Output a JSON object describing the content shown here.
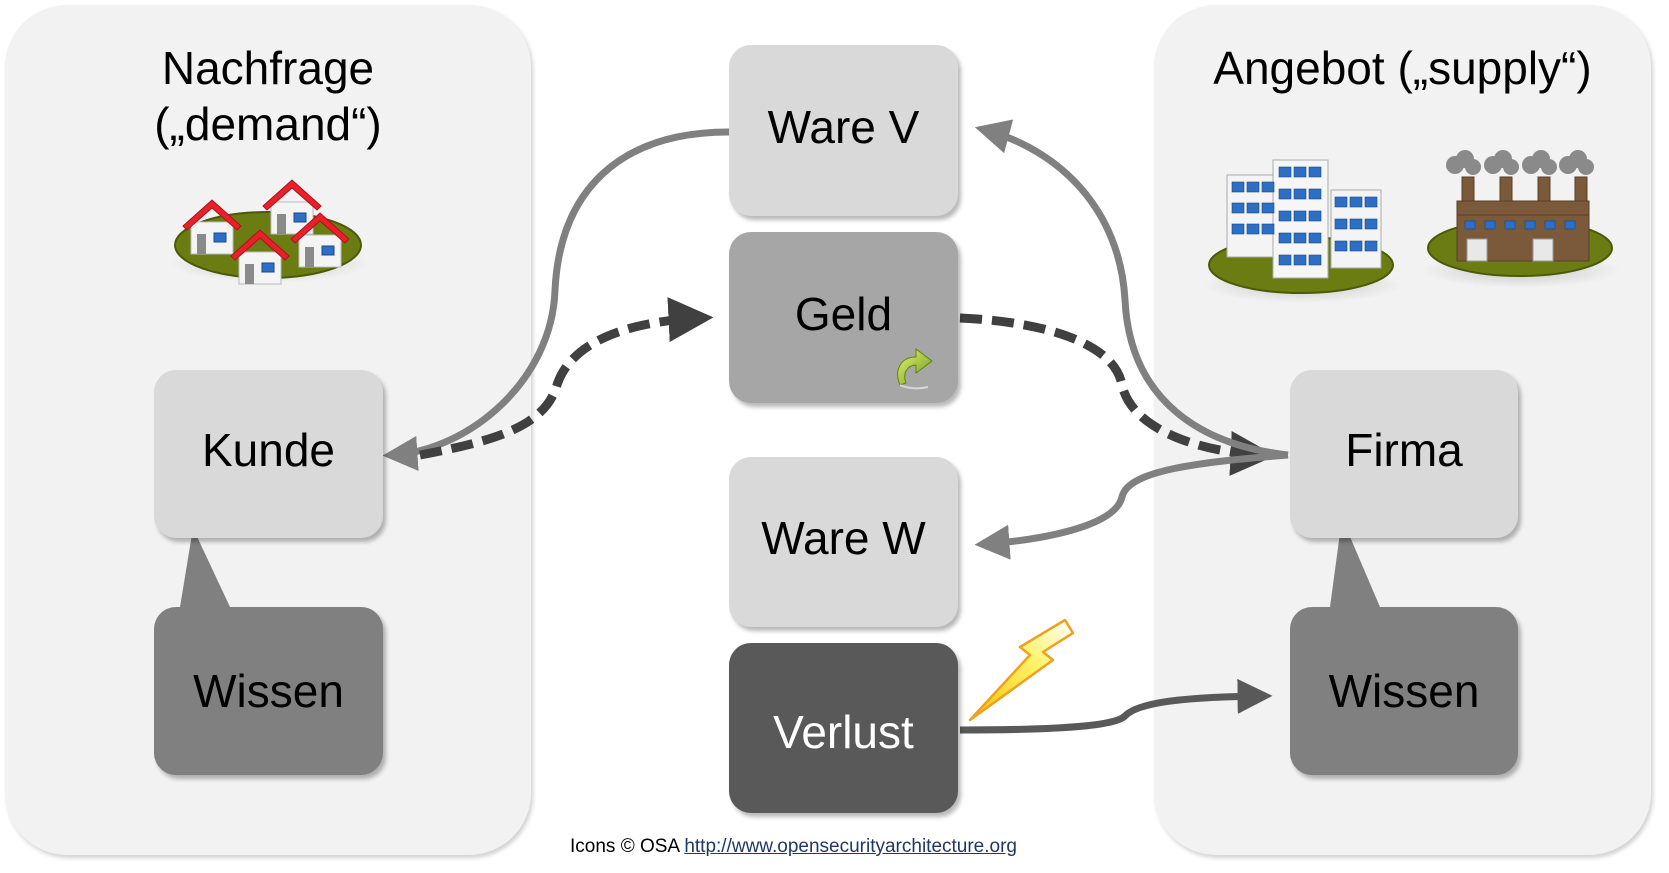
{
  "panels": {
    "demand": {
      "title_line1": "Nachfrage",
      "title_line2": "(„demand“)",
      "icon": "houses-icon"
    },
    "supply": {
      "title": "Angebot („supply“)",
      "icons": [
        "office-buildings-icon",
        "factory-icon"
      ]
    }
  },
  "boxes": {
    "ware_v": "Ware V",
    "geld": "Geld",
    "ware_w": "Ware W",
    "verlust": "Verlust",
    "kunde": "Kunde",
    "wissen_left": "Wissen",
    "firma": "Firma",
    "wissen_right": "Wissen"
  },
  "connections": [
    {
      "from": "Ware V",
      "to": "Kunde",
      "style": "solid",
      "color": "#808080"
    },
    {
      "from": "Kunde",
      "to": "Geld",
      "style": "dashed",
      "color": "#404040"
    },
    {
      "from": "Geld",
      "to": "Firma",
      "style": "dashed",
      "color": "#404040"
    },
    {
      "from": "Firma",
      "to": "Ware V",
      "style": "solid",
      "color": "#808080"
    },
    {
      "from": "Firma",
      "to": "Ware W",
      "style": "solid",
      "color": "#808080"
    },
    {
      "from": "Verlust",
      "to": "Wissen",
      "style": "solid",
      "color": "#595959"
    }
  ],
  "callouts": [
    {
      "from": "Wissen",
      "to": "Kunde"
    },
    {
      "from": "Wissen",
      "to": "Firma"
    }
  ],
  "decorations": {
    "geld_icon": "redo-arrow-icon",
    "verlust_icon": "lightning-icon"
  },
  "colors": {
    "panel_bg": "#f2f2f2",
    "box_light": "#d9d9d9",
    "box_mid": "#a6a6a6",
    "box_dark": "#808080",
    "box_darker": "#595959",
    "roof_red": "#e8202a",
    "grass_green": "#6b7d12",
    "link_blue": "#1f3864"
  },
  "footer": {
    "credit": "Icons © OSA",
    "link_text": "http://www.opensecurityarchitecture.org"
  }
}
